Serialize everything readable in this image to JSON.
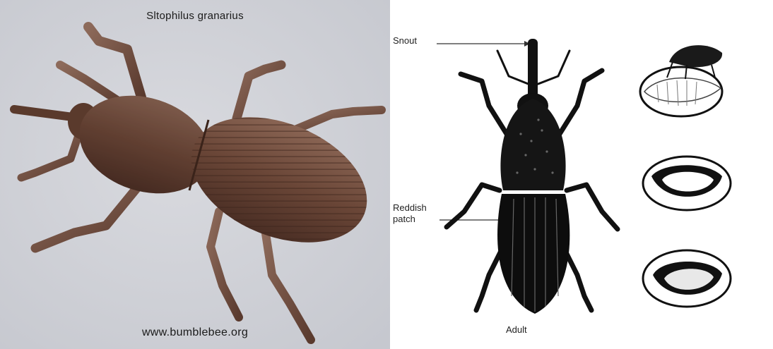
{
  "photo": {
    "species_caption": "Sltophilus granarius",
    "website_caption": "www.bumblebee.org"
  },
  "drawing": {
    "snout_label": "Snout",
    "reddish_label": "Reddish",
    "patch_label": "patch",
    "adult_label": "Adult"
  }
}
